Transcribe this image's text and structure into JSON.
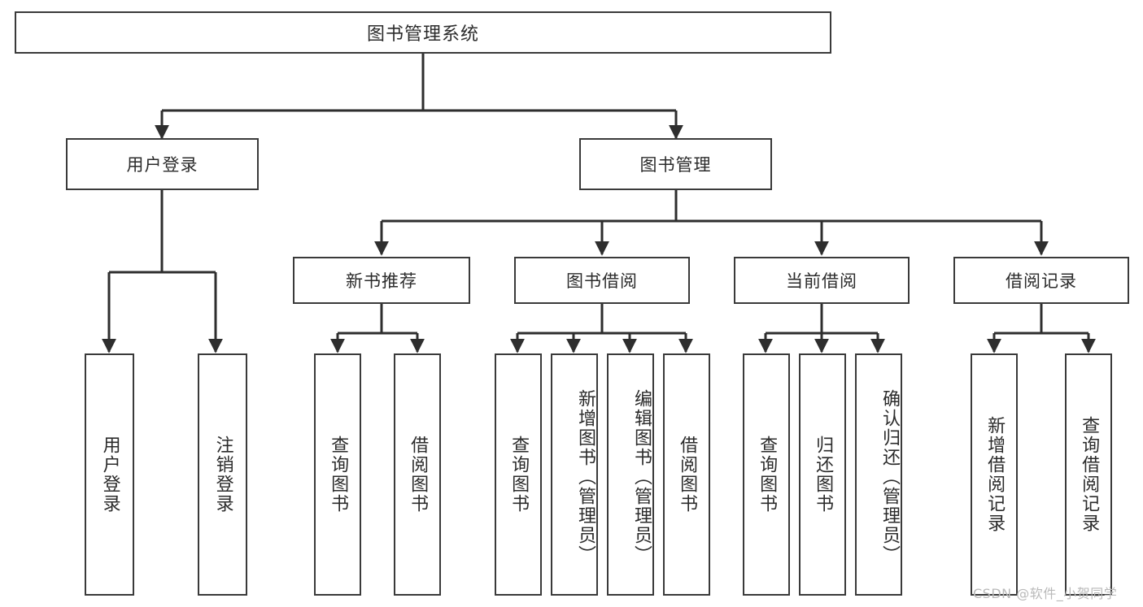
{
  "diagram": {
    "title": "图书管理系统",
    "type": "tree",
    "colors": {
      "background": "#ffffff",
      "box_border": "#3a3a3a",
      "text": "#2b2b2b",
      "edge": "#2e2e2e",
      "watermark": "#b9b9b9"
    },
    "nodes": {
      "root": {
        "label": "图书管理系统"
      },
      "level2": [
        {
          "id": "user-login",
          "label": "用户登录"
        },
        {
          "id": "book-manage",
          "label": "图书管理"
        }
      ],
      "level3": [
        {
          "id": "new-book-rec",
          "label": "新书推荐"
        },
        {
          "id": "book-borrow",
          "label": "图书借阅"
        },
        {
          "id": "current-borrow",
          "label": "当前借阅"
        },
        {
          "id": "borrow-record",
          "label": "借阅记录"
        }
      ],
      "leaves": [
        {
          "id": "leaf-user-login",
          "label": "用户登录",
          "parent": "user-login"
        },
        {
          "id": "leaf-user-logout",
          "label": "注销登录",
          "parent": "user-login"
        },
        {
          "id": "leaf-query-book-1",
          "label": "查询图书",
          "parent": "new-book-rec"
        },
        {
          "id": "leaf-borrow-book-1",
          "label": "借阅图书",
          "parent": "new-book-rec"
        },
        {
          "id": "leaf-query-book-2",
          "label": "查询图书",
          "parent": "book-borrow"
        },
        {
          "id": "leaf-add-book",
          "label": "新增图书（管理员）",
          "parent": "book-borrow"
        },
        {
          "id": "leaf-edit-book",
          "label": "编辑图书（管理员）",
          "parent": "book-borrow"
        },
        {
          "id": "leaf-borrow-book-2",
          "label": "借阅图书",
          "parent": "book-borrow"
        },
        {
          "id": "leaf-query-book-3",
          "label": "查询图书",
          "parent": "current-borrow"
        },
        {
          "id": "leaf-return-book",
          "label": "归还图书",
          "parent": "current-borrow"
        },
        {
          "id": "leaf-confirm-return",
          "label": "确认归还（管理员）",
          "parent": "current-borrow"
        },
        {
          "id": "leaf-add-record",
          "label": "新增借阅记录",
          "parent": "borrow-record"
        },
        {
          "id": "leaf-query-record",
          "label": "查询借阅记录",
          "parent": "borrow-record"
        }
      ]
    },
    "watermark": "CSDN @软件_小贺同学"
  }
}
